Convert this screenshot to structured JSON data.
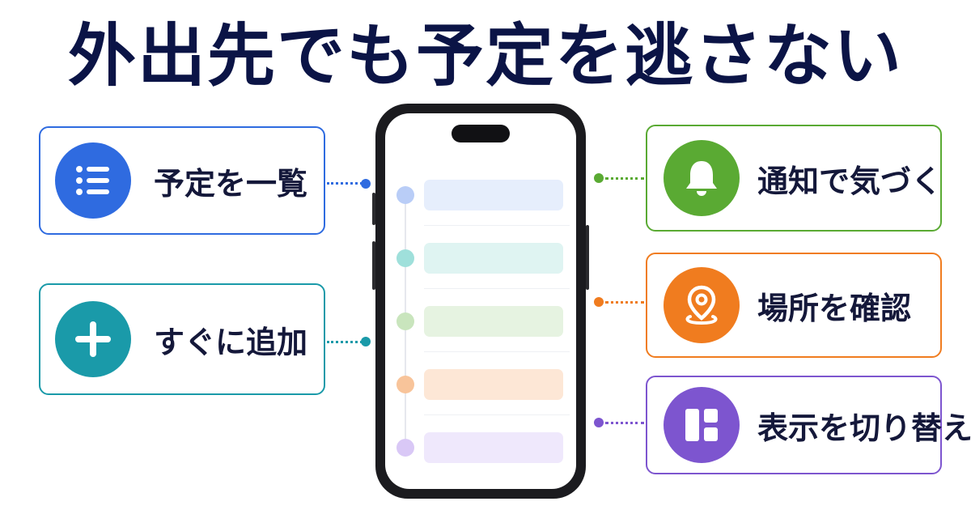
{
  "headline": "外出先でも予定を逃さない",
  "features": {
    "list": {
      "label": "予定を一覧",
      "icon": "list-icon",
      "color": "#2f6be0"
    },
    "add": {
      "label": "すぐに追加",
      "icon": "plus-icon",
      "color": "#1a9aa9"
    },
    "notify": {
      "label": "通知で気づく",
      "icon": "bell-icon",
      "color": "#5aaa33"
    },
    "location": {
      "label": "場所を確認",
      "icon": "location-pin-icon",
      "color": "#f07c1f"
    },
    "view": {
      "label": "表示を切り替える",
      "icon": "layout-grid-icon",
      "color": "#7d55cf"
    }
  },
  "phone": {
    "rows": [
      {
        "dot": "#b9cdf7",
        "bar": "#e6eefc"
      },
      {
        "dot": "#9fe0db",
        "bar": "#dff4f2"
      },
      {
        "dot": "#c9e5bd",
        "bar": "#e6f3e1"
      },
      {
        "dot": "#f8c49a",
        "bar": "#fde7d6"
      },
      {
        "dot": "#d9c8f6",
        "bar": "#efe8fc"
      }
    ]
  }
}
